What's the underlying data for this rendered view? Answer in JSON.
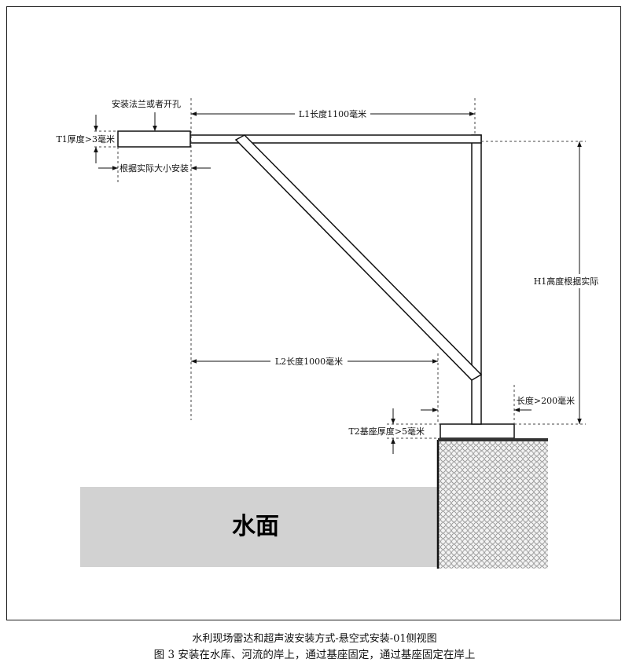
{
  "labels": {
    "flange": "安装法兰或者开孔",
    "t1": "T1厚度>3毫米",
    "install_size": "根据实际大小安装",
    "l1": "L1长度1100毫米",
    "l2": "L2长度1000毫米",
    "h1": "H1高度根据实际",
    "len200": "长度>200毫米",
    "t2": "T2基座厚度>5毫米",
    "water": "水面"
  },
  "caption": {
    "title": "水利现场雷达和超声波安装方式-悬空式安装-01侧视图",
    "figure": "图 3    安装在水库、河流的岸上，通过基座固定，通过基座固定在岸上"
  }
}
